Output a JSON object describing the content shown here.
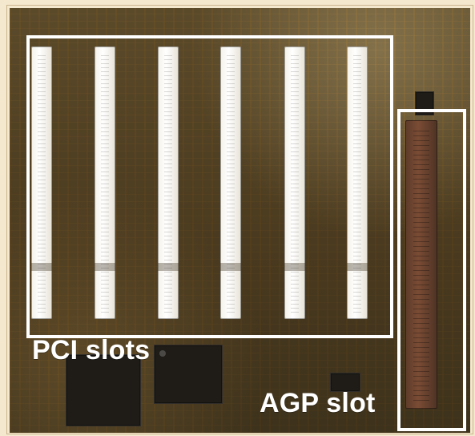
{
  "labels": {
    "pci": "PCI slots",
    "agp": "AGP slot"
  },
  "colors": {
    "background": "#f4e8cf",
    "outline": "#ffffff",
    "pci_slot": "#ffffff",
    "agp_slot": "#6b4431"
  },
  "slots": {
    "pci_count": 6
  }
}
